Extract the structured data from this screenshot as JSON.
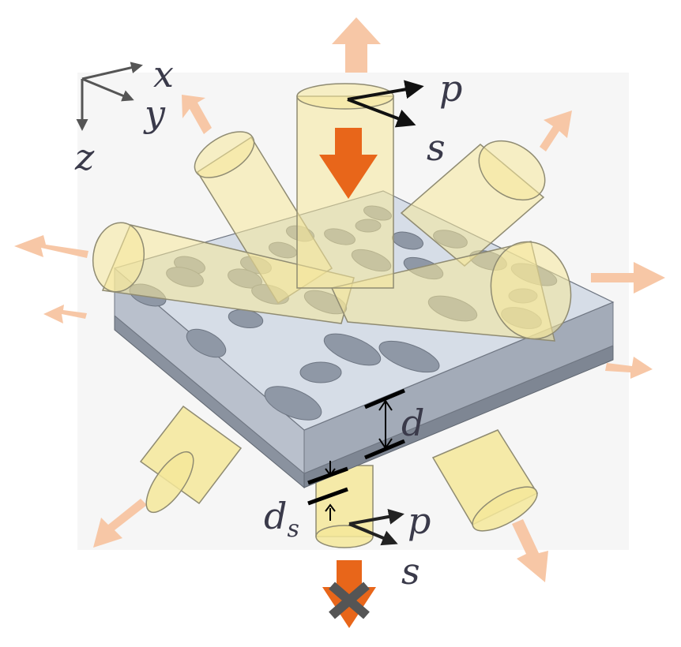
{
  "axes": {
    "x": "x",
    "y": "y",
    "z": "z"
  },
  "polarization": {
    "top": {
      "p": "p",
      "s": "s"
    },
    "bottom": {
      "p": "p",
      "s": "s"
    }
  },
  "dimensions": {
    "d": "d",
    "ds_main": "d",
    "ds_sub": "s"
  },
  "colors": {
    "beam_fill": "#f5e79a",
    "beam_stroke": "#8f8b72",
    "scatter_arrow": "#f7c7a6",
    "main_arrow": "#e8661a",
    "slab_top": "#d5dce6",
    "slab_side": "#aeb6c3",
    "substrate": "#8a929f",
    "hole": "#8f98a6",
    "block_mark": "#555555",
    "label": "#3a3a4a"
  },
  "icons": {
    "axes": "coordinate-axes-icon",
    "incident": "down-arrow-icon",
    "blocked": "blocked-transmission-icon"
  }
}
